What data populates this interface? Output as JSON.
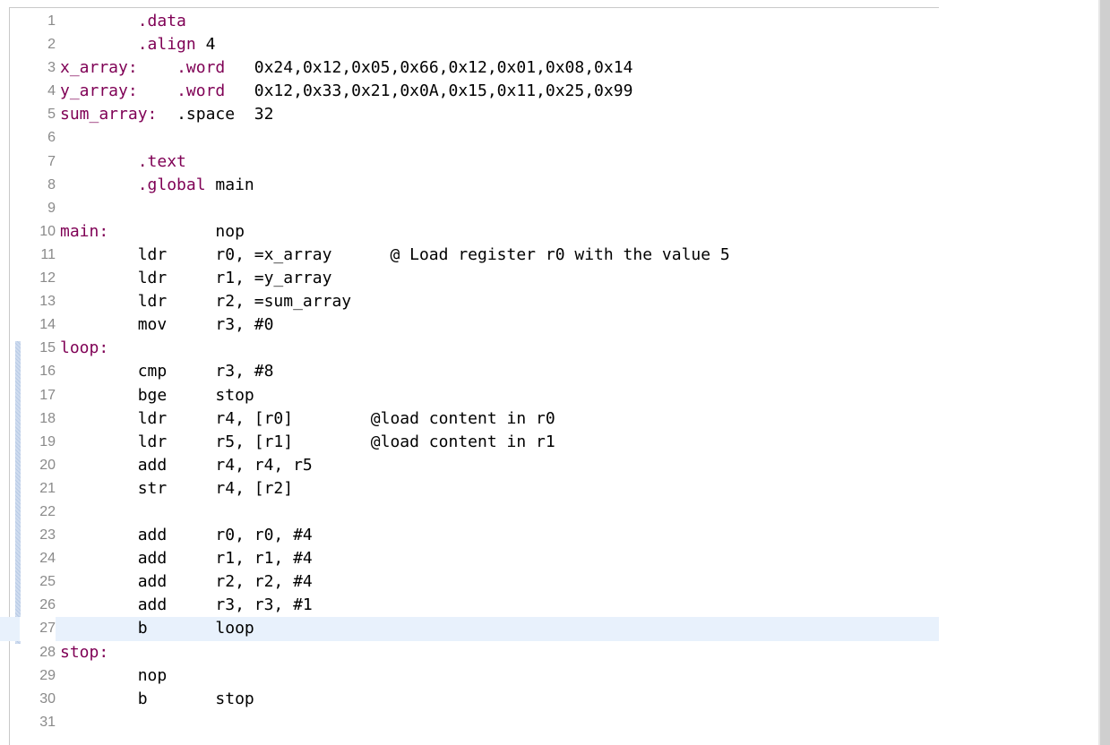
{
  "editor": {
    "current_line": 27,
    "lines": [
      {
        "n": "1",
        "label": "",
        "pad": "        ",
        "dir": ".data",
        "rest": ""
      },
      {
        "n": "2",
        "label": "",
        "pad": "        ",
        "dir": ".align",
        "rest": " 4"
      },
      {
        "n": "3",
        "label": "x_array:",
        "pad": "    ",
        "dir": ".word",
        "rest": "   0x24,0x12,0x05,0x66,0x12,0x01,0x08,0x14"
      },
      {
        "n": "4",
        "label": "y_array:",
        "pad": "    ",
        "dir": ".word",
        "rest": "   0x12,0x33,0x21,0x0A,0x15,0x11,0x25,0x99"
      },
      {
        "n": "5",
        "label": "sum_array:",
        "pad": "  ",
        "dir": "",
        "rest": ".space  32"
      },
      {
        "n": "6",
        "label": "",
        "pad": "",
        "dir": "",
        "rest": ""
      },
      {
        "n": "7",
        "label": "",
        "pad": "        ",
        "dir": ".text",
        "rest": ""
      },
      {
        "n": "8",
        "label": "",
        "pad": "        ",
        "dir": ".global",
        "rest": " main"
      },
      {
        "n": "9",
        "label": "",
        "pad": "",
        "dir": "",
        "rest": ""
      },
      {
        "n": "10",
        "label": "main:",
        "pad": "           ",
        "dir": "",
        "rest": "nop"
      },
      {
        "n": "11",
        "label": "",
        "pad": "        ",
        "dir": "",
        "rest": "ldr     r0, =x_array      @ Load register r0 with the value 5"
      },
      {
        "n": "12",
        "label": "",
        "pad": "        ",
        "dir": "",
        "rest": "ldr     r1, =y_array"
      },
      {
        "n": "13",
        "label": "",
        "pad": "        ",
        "dir": "",
        "rest": "ldr     r2, =sum_array"
      },
      {
        "n": "14",
        "label": "",
        "pad": "        ",
        "dir": "",
        "rest": "mov     r3, #0"
      },
      {
        "n": "15",
        "label": "loop:",
        "pad": "",
        "dir": "",
        "rest": ""
      },
      {
        "n": "16",
        "label": "",
        "pad": "        ",
        "dir": "",
        "rest": "cmp     r3, #8"
      },
      {
        "n": "17",
        "label": "",
        "pad": "        ",
        "dir": "",
        "rest": "bge     stop"
      },
      {
        "n": "18",
        "label": "",
        "pad": "        ",
        "dir": "",
        "rest": "ldr     r4, [r0]        @load content in r0"
      },
      {
        "n": "19",
        "label": "",
        "pad": "        ",
        "dir": "",
        "rest": "ldr     r5, [r1]        @load content in r1"
      },
      {
        "n": "20",
        "label": "",
        "pad": "        ",
        "dir": "",
        "rest": "add     r4, r4, r5"
      },
      {
        "n": "21",
        "label": "",
        "pad": "        ",
        "dir": "",
        "rest": "str     r4, [r2]"
      },
      {
        "n": "22",
        "label": "",
        "pad": "",
        "dir": "",
        "rest": ""
      },
      {
        "n": "23",
        "label": "",
        "pad": "        ",
        "dir": "",
        "rest": "add     r0, r0, #4"
      },
      {
        "n": "24",
        "label": "",
        "pad": "        ",
        "dir": "",
        "rest": "add     r1, r1, #4"
      },
      {
        "n": "25",
        "label": "",
        "pad": "        ",
        "dir": "",
        "rest": "add     r2, r2, #4"
      },
      {
        "n": "26",
        "label": "",
        "pad": "        ",
        "dir": "",
        "rest": "add     r3, r3, #1"
      },
      {
        "n": "27",
        "label": "",
        "pad": "        ",
        "dir": "",
        "rest": "b       loop"
      },
      {
        "n": "28",
        "label": "stop:",
        "pad": "",
        "dir": "",
        "rest": ""
      },
      {
        "n": "29",
        "label": "",
        "pad": "        ",
        "dir": "",
        "rest": "nop"
      },
      {
        "n": "30",
        "label": "",
        "pad": "        ",
        "dir": "",
        "rest": "b       stop"
      },
      {
        "n": "31",
        "label": "",
        "pad": "",
        "dir": "",
        "rest": ""
      }
    ]
  },
  "colors": {
    "label": "#7f0055",
    "directive": "#7f0055",
    "line_number": "#8a8a8a",
    "current_line_bg": "#e8f1fc"
  }
}
